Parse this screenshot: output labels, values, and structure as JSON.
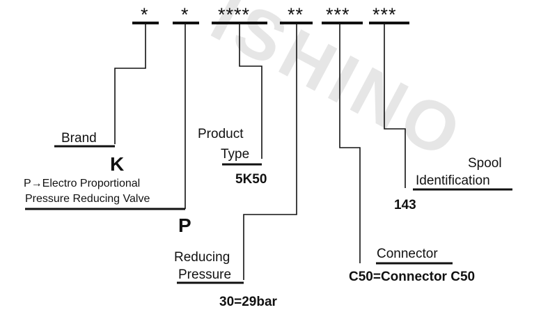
{
  "watermark": "ISHINO",
  "code_slots": [
    "*",
    "*",
    "****",
    "**",
    "***",
    "***"
  ],
  "fields": {
    "brand": {
      "label": "Brand",
      "value": "K"
    },
    "product_type": {
      "label_line1": "Product",
      "label_line2": "Type",
      "value": "5K50"
    },
    "spool": {
      "label_line1": "Spool",
      "label_line2": "Identification",
      "value": "143"
    },
    "valve": {
      "desc_line1": "P→Electro Proportional",
      "desc_line2": "Pressure Reducing Valve",
      "value": "P"
    },
    "reducing_pressure": {
      "label_line1": "Reducing",
      "label_line2": "Pressure",
      "value": "30=29bar"
    },
    "connector": {
      "label": "Connector",
      "value": "C50=Connector C50"
    }
  },
  "colors": {
    "line": "#111111",
    "watermark": "#e6e6e6",
    "background": "#ffffff"
  }
}
